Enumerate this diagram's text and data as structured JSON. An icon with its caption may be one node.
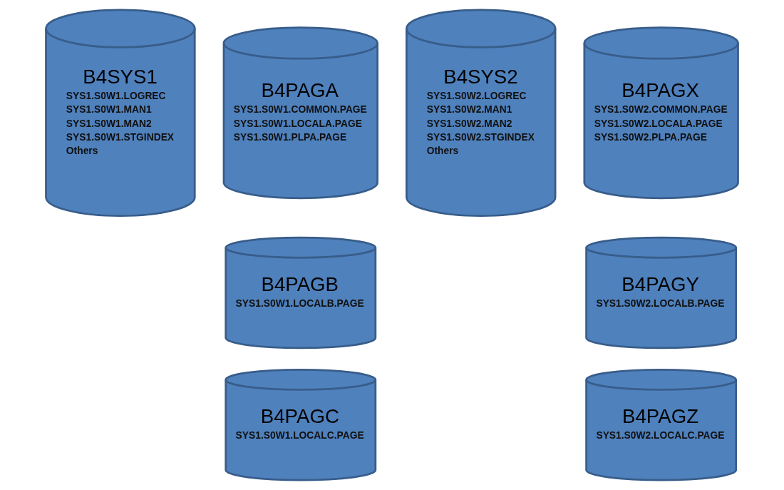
{
  "diagram": {
    "nodes": [
      {
        "text": [
          "B4SYS1",
          "SYS1.S0W1.LOGREC",
          "SYS1.S0W1.MAN1",
          "SYS1.S0W1.MAN2",
          "SYS1.S0W1.STGINDEX",
          "Others"
        ]
      },
      {
        "text": [
          "B4PAGA",
          "SYS1.S0W1.COMMON.PAGE",
          "SYS1.S0W1.LOCALA.PAGE",
          "SYS1.S0W1.PLPA.PAGE"
        ]
      },
      {
        "text": [
          "B4SYS2",
          "SYS1.S0W2.LOGREC",
          "SYS1.S0W2.MAN1",
          "SYS1.S0W2.MAN2",
          "SYS1.S0W2.STGINDEX",
          "Others"
        ]
      },
      {
        "text": [
          "B4PAGX",
          "SYS1.S0W2.COMMON.PAGE",
          "SYS1.S0W2.LOCALA.PAGE",
          "SYS1.S0W2.PLPA.PAGE"
        ]
      },
      {
        "text": [
          "B4PAGB",
          "SYS1.S0W1.LOCALB.PAGE"
        ]
      },
      {
        "text": [
          "B4PAGY",
          "SYS1.S0W2.LOCALB.PAGE"
        ]
      },
      {
        "text": [
          "B4PAGC",
          "SYS1.S0W1.LOCALC.PAGE"
        ]
      },
      {
        "text": [
          "B4PAGZ",
          "SYS1.S0W2.LOCALC.PAGE"
        ]
      }
    ]
  }
}
